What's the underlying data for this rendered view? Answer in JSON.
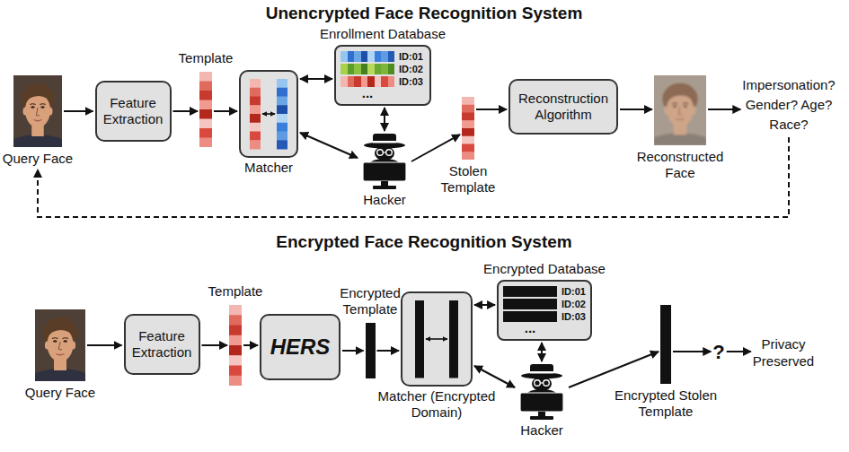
{
  "diagram": {
    "nodes": [
      {
        "text": [
          "Query Face"
        ]
      },
      {
        "text": [
          "Feature Extraction"
        ]
      },
      {
        "text": [
          "Template"
        ]
      },
      {
        "text": [
          "Matcher"
        ]
      },
      {
        "text": [
          "Enrollment Database",
          "ID:01",
          "ID:02",
          "ID:03",
          "..."
        ]
      },
      {
        "text": [
          "Hacker"
        ]
      },
      {
        "text": [
          "Stolen Template"
        ]
      },
      {
        "text": [
          "Reconstruction Algorithm"
        ]
      },
      {
        "text": [
          "Reconstructed Face"
        ]
      },
      {
        "text": [
          "Impersonation? Gender? Age? Race?"
        ]
      },
      {
        "text": [
          "Query Face"
        ]
      },
      {
        "text": [
          "Feature Extraction"
        ]
      },
      {
        "text": [
          "Template"
        ]
      },
      {
        "text": [
          "HERS"
        ]
      },
      {
        "text": [
          "Encrypted Template"
        ]
      },
      {
        "text": [
          "Matcher (Encrypted Domain)"
        ]
      },
      {
        "text": [
          "Encrypted Database",
          "ID:01",
          "ID:02",
          "ID:03",
          "..."
        ]
      },
      {
        "text": [
          "Hacker"
        ]
      },
      {
        "text": [
          "Encrypted Stolen Template"
        ]
      },
      {
        "text": [
          "?"
        ]
      },
      {
        "text": [
          "Privacy Preserved"
        ]
      }
    ],
    "edges": [
      {
        "from": 0,
        "to": 1,
        "arrow": "to"
      },
      {
        "from": 1,
        "to": 2,
        "arrow": "to"
      },
      {
        "from": 2,
        "to": 3,
        "arrow": "to"
      },
      {
        "from": 3,
        "to": 4,
        "arrow": "both"
      },
      {
        "from": 3,
        "to": 5,
        "arrow": "both"
      },
      {
        "from": 4,
        "to": 5,
        "arrow": "both"
      },
      {
        "from": 5,
        "to": 6,
        "arrow": "to"
      },
      {
        "from": 6,
        "to": 7,
        "arrow": "to"
      },
      {
        "from": 7,
        "to": 8,
        "arrow": "to"
      },
      {
        "from": 8,
        "to": 9,
        "arrow": "to"
      },
      {
        "from": 9,
        "to": 0,
        "arrow": "to"
      },
      {
        "from": 10,
        "to": 11,
        "arrow": "to"
      },
      {
        "from": 11,
        "to": 12,
        "arrow": "to"
      },
      {
        "from": 12,
        "to": 13,
        "arrow": "to"
      },
      {
        "from": 13,
        "to": 14,
        "arrow": "to"
      },
      {
        "from": 14,
        "to": 15,
        "arrow": "to"
      },
      {
        "from": 15,
        "to": 16,
        "arrow": "both"
      },
      {
        "from": 15,
        "to": 17,
        "arrow": "both"
      },
      {
        "from": 16,
        "to": 17,
        "arrow": "both"
      },
      {
        "from": 17,
        "to": 18,
        "arrow": "to"
      },
      {
        "from": 18,
        "to": 19,
        "arrow": "to"
      },
      {
        "from": 19,
        "to": 20,
        "arrow": "to"
      }
    ],
    "labels": [
      "Unencrypted Face Recognition System",
      "Encrypted Face Recognition System"
    ]
  }
}
